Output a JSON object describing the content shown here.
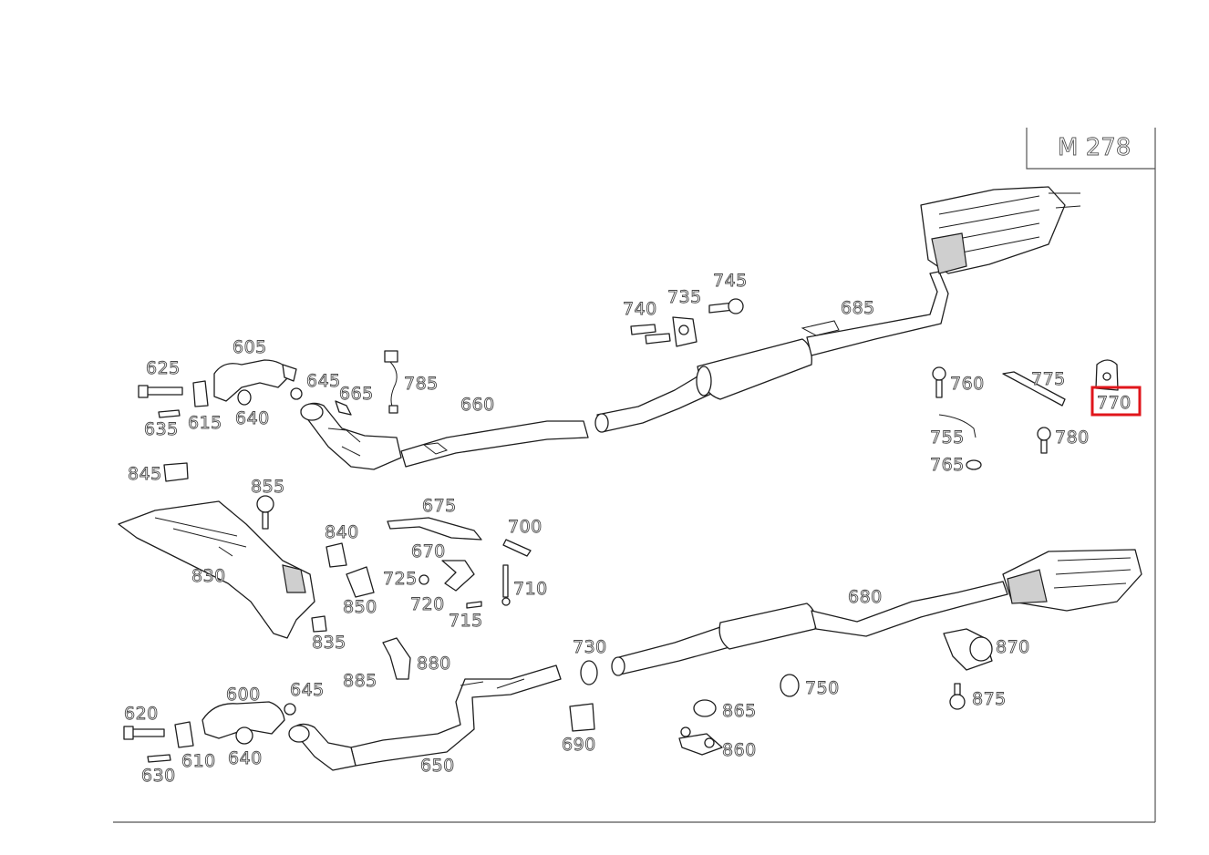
{
  "model_code": "M 278",
  "highlight_color": "#e0161b",
  "selected_part": "770",
  "part_labels": {
    "p600": "600",
    "p605": "605",
    "p610": "610",
    "p615": "615",
    "p620": "620",
    "p625": "625",
    "p630": "630",
    "p635": "635",
    "p640a": "640",
    "p640b": "640",
    "p645a": "645",
    "p645b": "645",
    "p650": "650",
    "p660": "660",
    "p665": "665",
    "p670": "670",
    "p675": "675",
    "p680": "680",
    "p685": "685",
    "p690": "690",
    "p700": "700",
    "p710": "710",
    "p715": "715",
    "p720": "720",
    "p725": "725",
    "p730": "730",
    "p735": "735",
    "p740": "740",
    "p745": "745",
    "p750": "750",
    "p755": "755",
    "p760": "760",
    "p765": "765",
    "p770": "770",
    "p775": "775",
    "p780": "780",
    "p785": "785",
    "p830": "830",
    "p835": "835",
    "p840": "840",
    "p845": "845",
    "p850": "850",
    "p855": "855",
    "p860": "860",
    "p865": "865",
    "p870": "870",
    "p875": "875",
    "p880": "880",
    "p885": "885"
  }
}
